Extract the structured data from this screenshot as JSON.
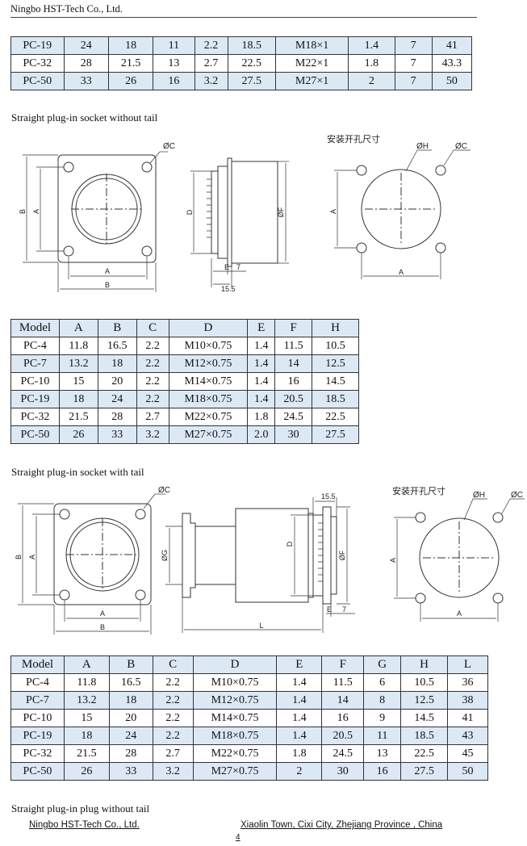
{
  "header": {
    "company": "Ningbo HST-Tech Co., Ltd."
  },
  "top_table": {
    "rows": [
      {
        "hl": true,
        "cells": [
          "PC-19",
          "24",
          "18",
          "11",
          "2.2",
          "18.5",
          "M18×1",
          "1.4",
          "7",
          "41"
        ]
      },
      {
        "hl": false,
        "cells": [
          "PC-32",
          "28",
          "21.5",
          "13",
          "2.7",
          "22.5",
          "M22×1",
          "1.8",
          "7",
          "43.3"
        ]
      },
      {
        "hl": true,
        "cells": [
          "PC-50",
          "33",
          "26",
          "16",
          "3.2",
          "27.5",
          "M27×1",
          "2",
          "7",
          "50"
        ]
      }
    ]
  },
  "section1": {
    "title": "Straight plug-in socket without tail",
    "cutout_label": "安装开孔尺寸",
    "dims": {
      "oc": "ØC",
      "a": "A",
      "b": "B",
      "d": "D",
      "of": "ØF",
      "e": "E",
      "seven": "7",
      "len": "15.5",
      "oh": "ØH",
      "oc2": "ØC",
      "a2": "A",
      "a3": "A"
    },
    "table": {
      "headers": [
        "Model",
        "A",
        "B",
        "C",
        "D",
        "E",
        "F",
        "H"
      ],
      "rows": [
        {
          "hl": false,
          "cells": [
            "PC-4",
            "11.8",
            "16.5",
            "2.2",
            "M10×0.75",
            "1.4",
            "11.5",
            "10.5"
          ]
        },
        {
          "hl": true,
          "cells": [
            "PC-7",
            "13.2",
            "18",
            "2.2",
            "M12×0.75",
            "1.4",
            "14",
            "12.5"
          ]
        },
        {
          "hl": false,
          "cells": [
            "PC-10",
            "15",
            "20",
            "2.2",
            "M14×0.75",
            "1.4",
            "16",
            "14.5"
          ]
        },
        {
          "hl": true,
          "cells": [
            "PC-19",
            "18",
            "24",
            "2.2",
            "M18×0.75",
            "1.4",
            "20.5",
            "18.5"
          ]
        },
        {
          "hl": false,
          "cells": [
            "PC-32",
            "21.5",
            "28",
            "2.7",
            "M22×0.75",
            "1.8",
            "24.5",
            "22.5"
          ]
        },
        {
          "hl": true,
          "cells": [
            "PC-50",
            "26",
            "33",
            "3.2",
            "M27×0.75",
            "2.0",
            "30",
            "27.5"
          ]
        }
      ]
    }
  },
  "section2": {
    "title": "Straight plug-in socket with tail",
    "cutout_label": "安装开孔尺寸",
    "dims": {
      "oc": "ØC",
      "a": "A",
      "b": "B",
      "a_bot": "A",
      "b_bot": "B",
      "og": "ØG",
      "len": "15.5",
      "d": "D",
      "of": "ØF",
      "e": "E",
      "seven": "7",
      "l": "L",
      "oh": "ØH",
      "oc2": "ØC",
      "a2": "A",
      "a3": "A"
    },
    "table": {
      "headers": [
        "Model",
        "A",
        "B",
        "C",
        "D",
        "E",
        "F",
        "G",
        "H",
        "L"
      ],
      "rows": [
        {
          "hl": false,
          "cells": [
            "PC-4",
            "11.8",
            "16.5",
            "2.2",
            "M10×0.75",
            "1.4",
            "11.5",
            "6",
            "10.5",
            "36"
          ]
        },
        {
          "hl": true,
          "cells": [
            "PC-7",
            "13.2",
            "18",
            "2.2",
            "M12×0.75",
            "1.4",
            "14",
            "8",
            "12.5",
            "38"
          ]
        },
        {
          "hl": false,
          "cells": [
            "PC-10",
            "15",
            "20",
            "2.2",
            "M14×0.75",
            "1.4",
            "16",
            "9",
            "14.5",
            "41"
          ]
        },
        {
          "hl": true,
          "cells": [
            "PC-19",
            "18",
            "24",
            "2.2",
            "M18×0.75",
            "1.4",
            "20.5",
            "11",
            "18.5",
            "43"
          ]
        },
        {
          "hl": false,
          "cells": [
            "PC-32",
            "21.5",
            "28",
            "2.7",
            "M22×0.75",
            "1.8",
            "24.5",
            "13",
            "22.5",
            "45"
          ]
        },
        {
          "hl": true,
          "cells": [
            "PC-50",
            "26",
            "33",
            "3.2",
            "M27×0.75",
            "2",
            "30",
            "16",
            "27.5",
            "50"
          ]
        }
      ]
    }
  },
  "section3": {
    "title": "Straight plug-in plug without tail"
  },
  "footer": {
    "left": "Ningbo HST-Tech Co., Ltd.",
    "right": "Xiaolin Town, Cixi City, Zhejiang Province , China",
    "page": "4"
  }
}
